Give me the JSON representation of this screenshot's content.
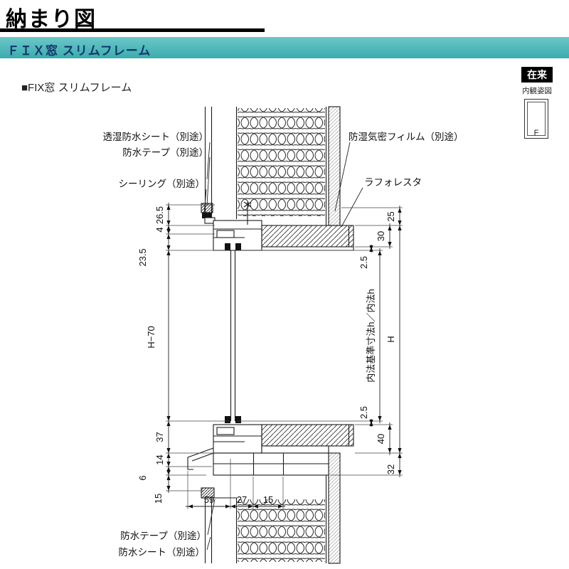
{
  "page": {
    "title": "納まり図",
    "band_label": "ＦＩＸ窓 スリムフレーム",
    "section_heading": "■FIX窓 スリムフレーム",
    "construction_badge": "在来",
    "elevation_caption": "内観姿図",
    "elevation_mark": "F"
  },
  "colors": {
    "band_teal": "#3aacae",
    "band_text": "#14356b"
  },
  "annotations": {
    "top_left": [
      "透湿防水シート（別途）",
      "防水テープ（別途）",
      "シーリング（別途）"
    ],
    "top_right": [
      "防湿気密フィルム（別途）",
      "ラフォレスタ"
    ],
    "bottom_left": [
      "防水テープ（別途）",
      "防水シート（別途）"
    ]
  },
  "dimensions": {
    "left": [
      "26.5",
      "4",
      "23.5",
      "H−70",
      "37",
      "14",
      "6",
      "15"
    ],
    "right_outer": [
      "25",
      "H",
      "32"
    ],
    "right_mid": [
      "30",
      "40"
    ],
    "right_inner_span": "内法基準寸法h／内法h",
    "right_small": [
      "2.5",
      "2.5"
    ],
    "bottom": [
      "59",
      "27",
      "15"
    ]
  }
}
